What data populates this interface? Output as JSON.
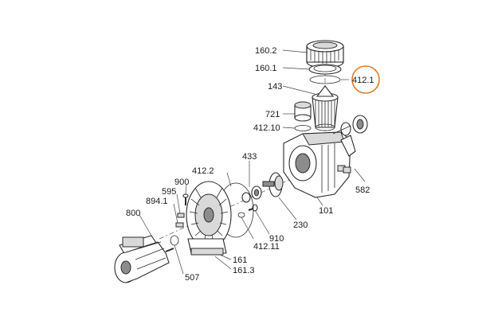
{
  "diagram": {
    "highlight_color": "#e07b28",
    "line_color": "#2b2b2b",
    "parts": {
      "p160_2": "160.2",
      "p160_1": "160.1",
      "p412_1": "412.1",
      "p143": "143",
      "p721": "721",
      "p412_10": "412.10",
      "p433": "433",
      "p412_2": "412.2",
      "p900": "900",
      "p595": "595",
      "p894_1": "894.1",
      "p800": "800",
      "p582": "582",
      "p101": "101",
      "p230": "230",
      "p910": "910",
      "p412_11": "412.11",
      "p161": "161",
      "p161_3": "161.3",
      "p507": "507"
    },
    "highlighted_part": "412.1"
  }
}
